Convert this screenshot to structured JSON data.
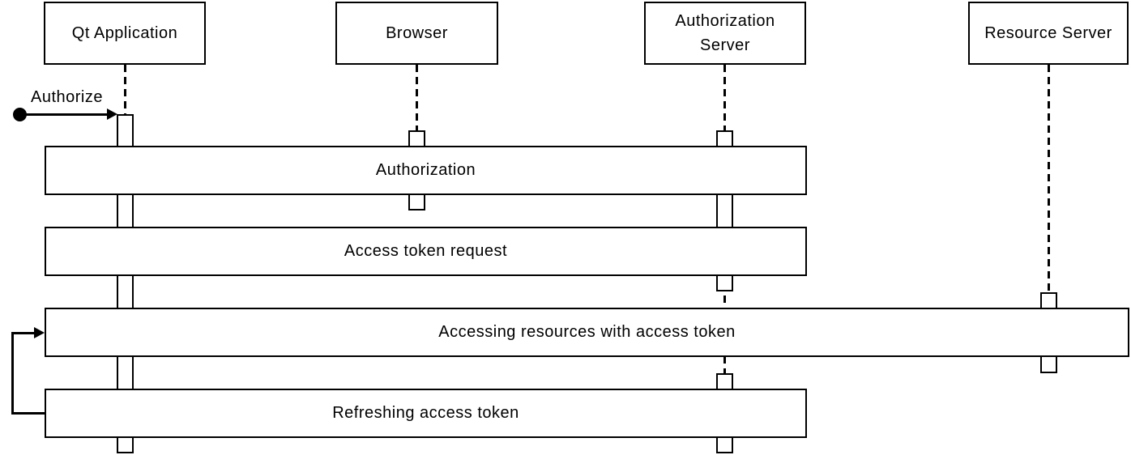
{
  "diagram_type": "sequence-diagram",
  "participants": {
    "qt_application": "Qt Application",
    "browser": "Browser",
    "authorization_server_line1": "Authorization",
    "authorization_server_line2": "Server",
    "resource_server": "Resource Server"
  },
  "start": {
    "label": "Authorize"
  },
  "messages": {
    "authorization": "Authorization",
    "access_token_request": "Access token request",
    "accessing_resources": "Accessing resources with access token",
    "refreshing_token": "Refreshing access token"
  },
  "colors": {
    "line": "#000000",
    "fill": "#ffffff",
    "background": "#ffffff",
    "text": "#000000"
  }
}
